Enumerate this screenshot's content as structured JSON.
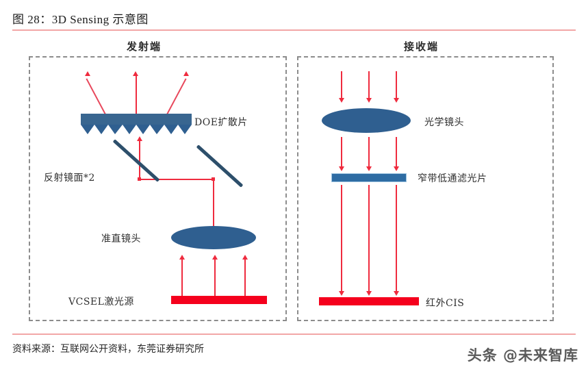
{
  "figure": {
    "title": "图 28：3D Sensing 示意图",
    "rule_color": "#f2a6a6"
  },
  "panels": {
    "left": {
      "header": "发射端",
      "parts": {
        "doe": "DOE扩散片",
        "mirrors": "反射镜面*2",
        "collimating_lens": "准直镜头",
        "source": "VCSEL激光源"
      }
    },
    "right": {
      "header": "接收端",
      "parts": {
        "optical_lens": "光学镜头",
        "filter": "窄带低通滤光片",
        "sensor": "红外CIS"
      }
    }
  },
  "footer": {
    "source": "资料来源：互联网公开资料，东莞证券研究所",
    "watermark": "头条 @未来智库"
  },
  "colors": {
    "lens_blue": "#2f5f90",
    "doe_blue": "#396690",
    "filter_blue": "#2e6ca3",
    "mirror_blue": "#2d4f6b",
    "beam_red": "#ef2b3e",
    "source_red": "#f5001d",
    "panel_border": "#8c8c8c",
    "rule_pink": "#f2a6a6"
  }
}
